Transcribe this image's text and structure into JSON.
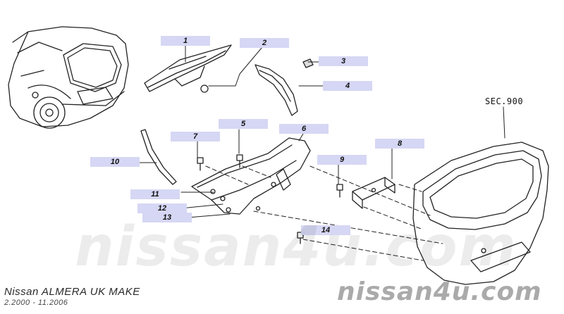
{
  "diagram": {
    "section_ref": "SEC.900",
    "part_labels": [
      {
        "number": "1"
      },
      {
        "number": "2"
      },
      {
        "number": "3"
      },
      {
        "number": "4"
      },
      {
        "number": "5"
      },
      {
        "number": "6"
      },
      {
        "number": "7"
      },
      {
        "number": "8"
      },
      {
        "number": "9"
      },
      {
        "number": "10"
      },
      {
        "number": "11"
      },
      {
        "number": "12"
      },
      {
        "number": "13"
      },
      {
        "number": "14"
      }
    ]
  },
  "footer": {
    "model": "Nissan ALMERA UK MAKE",
    "date_range": "2.2000 - 11.2006"
  },
  "watermarks": {
    "large": "nissan4u.com",
    "small": "nissan4u.com"
  }
}
